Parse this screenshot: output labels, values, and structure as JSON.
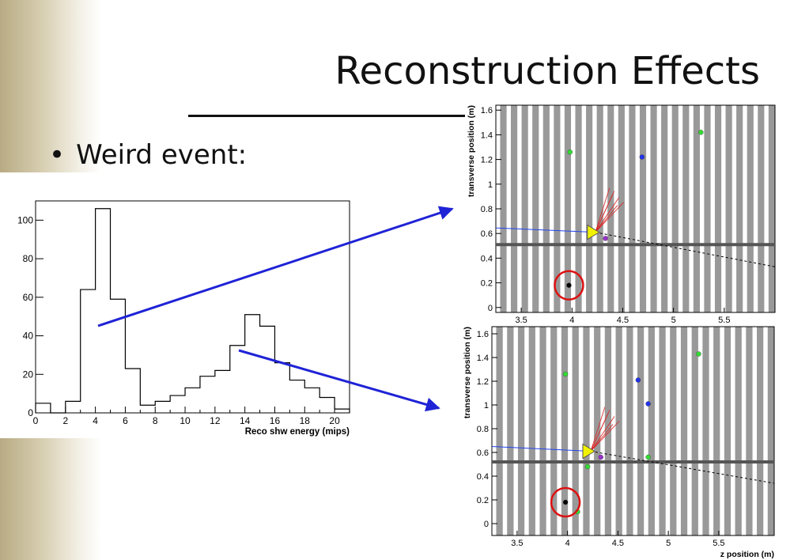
{
  "slide": {
    "title": "Reconstruction Effects",
    "bullet": "Weird event:"
  },
  "chart_data": [
    {
      "type": "bar",
      "chart_style": "step-histogram",
      "xlabel": "Reco shw energy (mips)",
      "ylabel": "",
      "xlim": [
        0,
        21
      ],
      "ylim": [
        0,
        110
      ],
      "x_ticks": [
        "0",
        "2",
        "4",
        "6",
        "8",
        "10",
        "12",
        "14",
        "16",
        "18",
        "20"
      ],
      "y_ticks": [
        "0",
        "20",
        "40",
        "60",
        "80",
        "100"
      ],
      "bin_edges": [
        0,
        1,
        2,
        3,
        4,
        5,
        6,
        7,
        8,
        9,
        10,
        11,
        12,
        13,
        14,
        15,
        16,
        17,
        18,
        19,
        20,
        21
      ],
      "values": [
        5,
        0,
        6,
        64,
        106,
        59,
        23,
        4,
        6,
        9,
        13,
        19,
        22,
        35,
        51,
        45,
        26,
        17,
        13,
        8,
        2,
        0
      ]
    },
    {
      "type": "scatter",
      "ylabel": "transverse position (m)",
      "xlabel": "",
      "xlim": [
        3.25,
        6.0
      ],
      "ylim": [
        -0.04,
        1.64
      ],
      "x_ticks": [
        "3.5",
        "4",
        "4.5",
        "5",
        "5.5"
      ],
      "y_ticks": [
        "0",
        "0.2",
        "0.4",
        "0.6",
        "0.8",
        "1",
        "1.2",
        "1.4",
        "1.6"
      ],
      "points": [
        {
          "x": 3.98,
          "y": 1.26,
          "color": "#33dd33"
        },
        {
          "x": 4.69,
          "y": 1.22,
          "color": "#2233ee"
        },
        {
          "x": 5.27,
          "y": 1.42,
          "color": "#33dd33"
        },
        {
          "x": 4.33,
          "y": 0.56,
          "color": "#9933cc"
        },
        {
          "x": 3.97,
          "y": 0.18,
          "color": "#000000"
        }
      ],
      "vertex": {
        "x": 4.23,
        "y": 0.61
      },
      "incoming_track": {
        "x": [
          3.25,
          4.23
        ],
        "y": [
          0.645,
          0.61
        ]
      },
      "projected_track": {
        "x": [
          4.23,
          6.0
        ],
        "y": [
          0.61,
          0.33
        ]
      },
      "horizontal_line_y": 0.51,
      "highlight_circle": {
        "x": 3.97,
        "y": 0.18
      }
    },
    {
      "type": "scatter",
      "ylabel": "transverse position (m)",
      "xlabel": "z position (m)",
      "xlim": [
        3.25,
        6.05
      ],
      "ylim": [
        -0.1,
        1.66
      ],
      "x_ticks": [
        "3.5",
        "4",
        "4.5",
        "5",
        "5.5"
      ],
      "y_ticks": [
        "0",
        "0.2",
        "0.4",
        "0.6",
        "0.8",
        "1",
        "1.2",
        "1.4",
        "1.6"
      ],
      "points": [
        {
          "x": 3.98,
          "y": 1.26,
          "color": "#33dd33"
        },
        {
          "x": 4.7,
          "y": 1.21,
          "color": "#2233ee"
        },
        {
          "x": 4.8,
          "y": 1.01,
          "color": "#2233ee"
        },
        {
          "x": 5.3,
          "y": 1.43,
          "color": "#33dd33"
        },
        {
          "x": 4.33,
          "y": 0.56,
          "color": "#9933cc"
        },
        {
          "x": 4.8,
          "y": 0.56,
          "color": "#33dd33"
        },
        {
          "x": 4.2,
          "y": 0.48,
          "color": "#33dd33"
        },
        {
          "x": 3.98,
          "y": 0.18,
          "color": "#000000"
        },
        {
          "x": 4.1,
          "y": 0.1,
          "color": "#33dd33"
        }
      ],
      "vertex": {
        "x": 4.23,
        "y": 0.61
      },
      "incoming_track": {
        "x": [
          3.25,
          4.23
        ],
        "y": [
          0.65,
          0.61
        ]
      },
      "projected_track": {
        "x": [
          4.23,
          6.05
        ],
        "y": [
          0.61,
          0.34
        ]
      },
      "horizontal_line_y": 0.52,
      "highlight_circle": {
        "x": 3.98,
        "y": 0.18
      }
    }
  ],
  "colors": {
    "stripe": "#999999",
    "arrow": "#1f23d6",
    "circle": "#dd1111",
    "track_in": "#2244ee",
    "vertex_marker": "#f2f200",
    "shower_lines": "#dd2222"
  }
}
